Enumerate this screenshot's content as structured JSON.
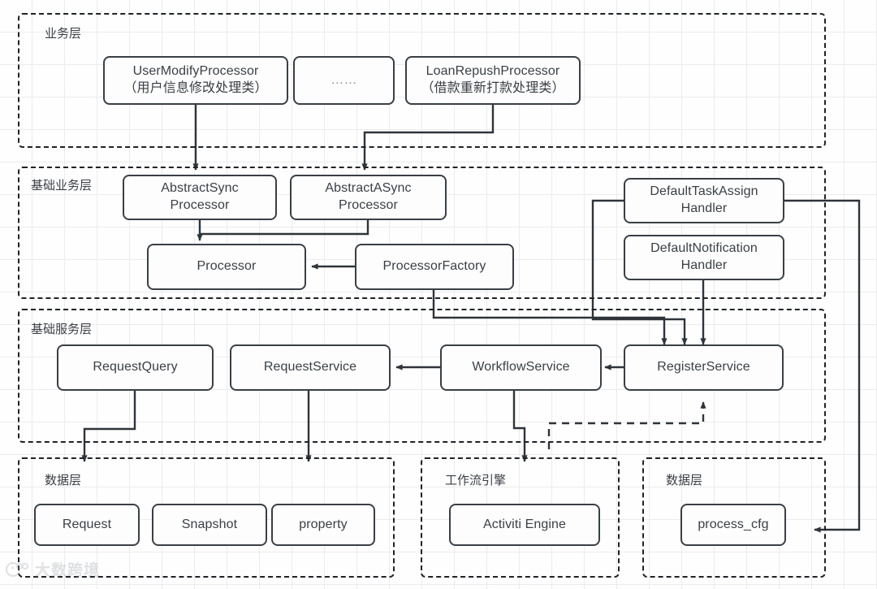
{
  "diagram": {
    "title": "Workflow System Layered Architecture",
    "watermark": "大数跨境",
    "colors": {
      "stroke": "#3a3f45",
      "dashed": "#1f2328",
      "grid": "#ececec",
      "node_fill": "#fdfdfd"
    }
  },
  "layers": [
    {
      "id": "business",
      "title": "业务层"
    },
    {
      "id": "base-business",
      "title": "基础业务层"
    },
    {
      "id": "base-service",
      "title": "基础服务层"
    },
    {
      "id": "data-left",
      "title": "数据层"
    },
    {
      "id": "workflow-engine",
      "title": "工作流引擎"
    },
    {
      "id": "data-right",
      "title": "数据层"
    }
  ],
  "nodes": {
    "user_modify_processor": {
      "line1": "UserModifyProcessor",
      "line2": "（用户信息修改处理类）"
    },
    "ellipsis": {
      "line1": "……",
      "line2": ""
    },
    "loan_repush_processor": {
      "line1": "LoanRepushProcessor",
      "line2": "（借款重新打款处理类）"
    },
    "abstract_sync": {
      "line1": "AbstractSync",
      "line2": "Processor"
    },
    "abstract_async": {
      "line1": "AbstractASync",
      "line2": "Processor"
    },
    "processor": {
      "line1": "Processor",
      "line2": ""
    },
    "processor_factory": {
      "line1": "ProcessorFactory",
      "line2": ""
    },
    "default_task_assign": {
      "line1": "DefaultTaskAssign",
      "line2": "Handler"
    },
    "default_notification": {
      "line1": "DefaultNotification",
      "line2": "Handler"
    },
    "request_query": {
      "line1": "RequestQuery",
      "line2": ""
    },
    "request_service": {
      "line1": "RequestService",
      "line2": ""
    },
    "workflow_service": {
      "line1": "WorkflowService",
      "line2": ""
    },
    "register_service": {
      "line1": "RegisterService",
      "line2": ""
    },
    "request": {
      "line1": "Request",
      "line2": ""
    },
    "snapshot": {
      "line1": "Snapshot",
      "line2": ""
    },
    "property": {
      "line1": "property",
      "line2": ""
    },
    "activiti_engine": {
      "line1": "Activiti Engine",
      "line2": ""
    },
    "process_cfg": {
      "line1": "process_cfg",
      "line2": ""
    }
  },
  "edges": [
    {
      "from": "user_modify_processor",
      "to": "abstract_sync",
      "style": "solid"
    },
    {
      "from": "loan_repush_processor",
      "to": "abstract_async",
      "style": "solid"
    },
    {
      "from": "abstract_sync",
      "to": "processor",
      "style": "solid"
    },
    {
      "from": "abstract_async",
      "to": "processor",
      "style": "solid"
    },
    {
      "from": "processor_factory",
      "to": "processor",
      "style": "solid"
    },
    {
      "from": "processor_factory",
      "to": "register_service",
      "style": "solid"
    },
    {
      "from": "default_task_assign",
      "to": "register_service",
      "style": "solid"
    },
    {
      "from": "default_notification",
      "to": "register_service",
      "style": "solid"
    },
    {
      "from": "default_task_assign",
      "to": "process_cfg",
      "style": "solid"
    },
    {
      "from": "register_service",
      "to": "workflow_service",
      "style": "solid"
    },
    {
      "from": "workflow_service",
      "to": "request_service",
      "style": "solid"
    },
    {
      "from": "workflow_service",
      "to": "activiti_engine",
      "style": "solid"
    },
    {
      "from": "request_query",
      "to": "request",
      "style": "solid"
    },
    {
      "from": "request_service",
      "to": "snapshot",
      "style": "solid"
    },
    {
      "from": "data-right",
      "to": "register_service",
      "style": "dashed"
    }
  ]
}
